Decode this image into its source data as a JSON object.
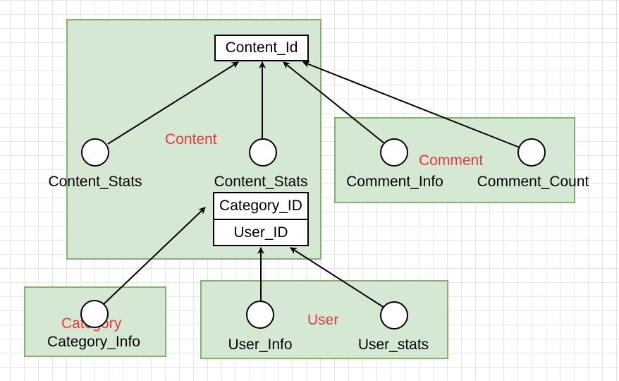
{
  "groups": {
    "content": {
      "title": "Content"
    },
    "comment": {
      "title": "Comment"
    },
    "category": {
      "title": "Category"
    },
    "user": {
      "title": "User"
    }
  },
  "keys": {
    "content_id": "Content_Id",
    "category_id": "Category_ID",
    "user_id": "User_ID"
  },
  "nodes": {
    "content_stats_1": "Content_Stats",
    "content_stats_2": "Content_Stats",
    "comment_info": "Comment_Info",
    "comment_count": "Comment_Count",
    "category_info": "Category_Info",
    "user_info": "User_Info",
    "user_stats": "User_stats"
  },
  "colors": {
    "group_fill": "#d5e8d4",
    "group_border": "#82b366",
    "title_red": "#e83a3a"
  }
}
